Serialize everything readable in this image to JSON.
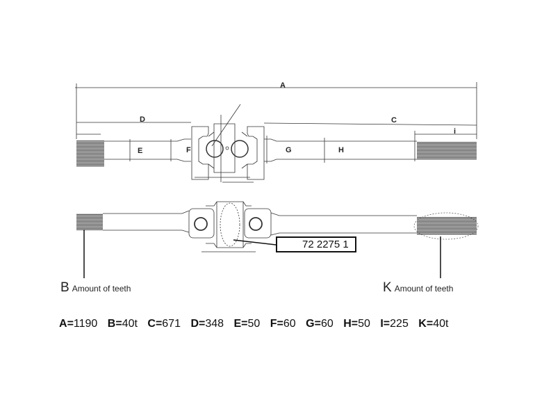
{
  "diagram": {
    "top_view_labels": {
      "A": "A",
      "C": "C",
      "D": "D",
      "E": "E",
      "F": "F",
      "G": "G",
      "H": "H",
      "i": "i"
    },
    "part_number": "72 2275 1",
    "teeth_labels": [
      {
        "letter": "B",
        "text": "Amount of teeth"
      },
      {
        "letter": "K",
        "text": "Amount of teeth"
      }
    ],
    "specs": [
      {
        "key": "A",
        "value": "1190"
      },
      {
        "key": "B",
        "value": "40t"
      },
      {
        "key": "C",
        "value": "671"
      },
      {
        "key": "D",
        "value": "348"
      },
      {
        "key": "E",
        "value": "50"
      },
      {
        "key": "F",
        "value": "60"
      },
      {
        "key": "G",
        "value": "60"
      },
      {
        "key": "H",
        "value": "50"
      },
      {
        "key": "I",
        "value": "225"
      },
      {
        "key": "K",
        "value": "40t"
      }
    ]
  }
}
